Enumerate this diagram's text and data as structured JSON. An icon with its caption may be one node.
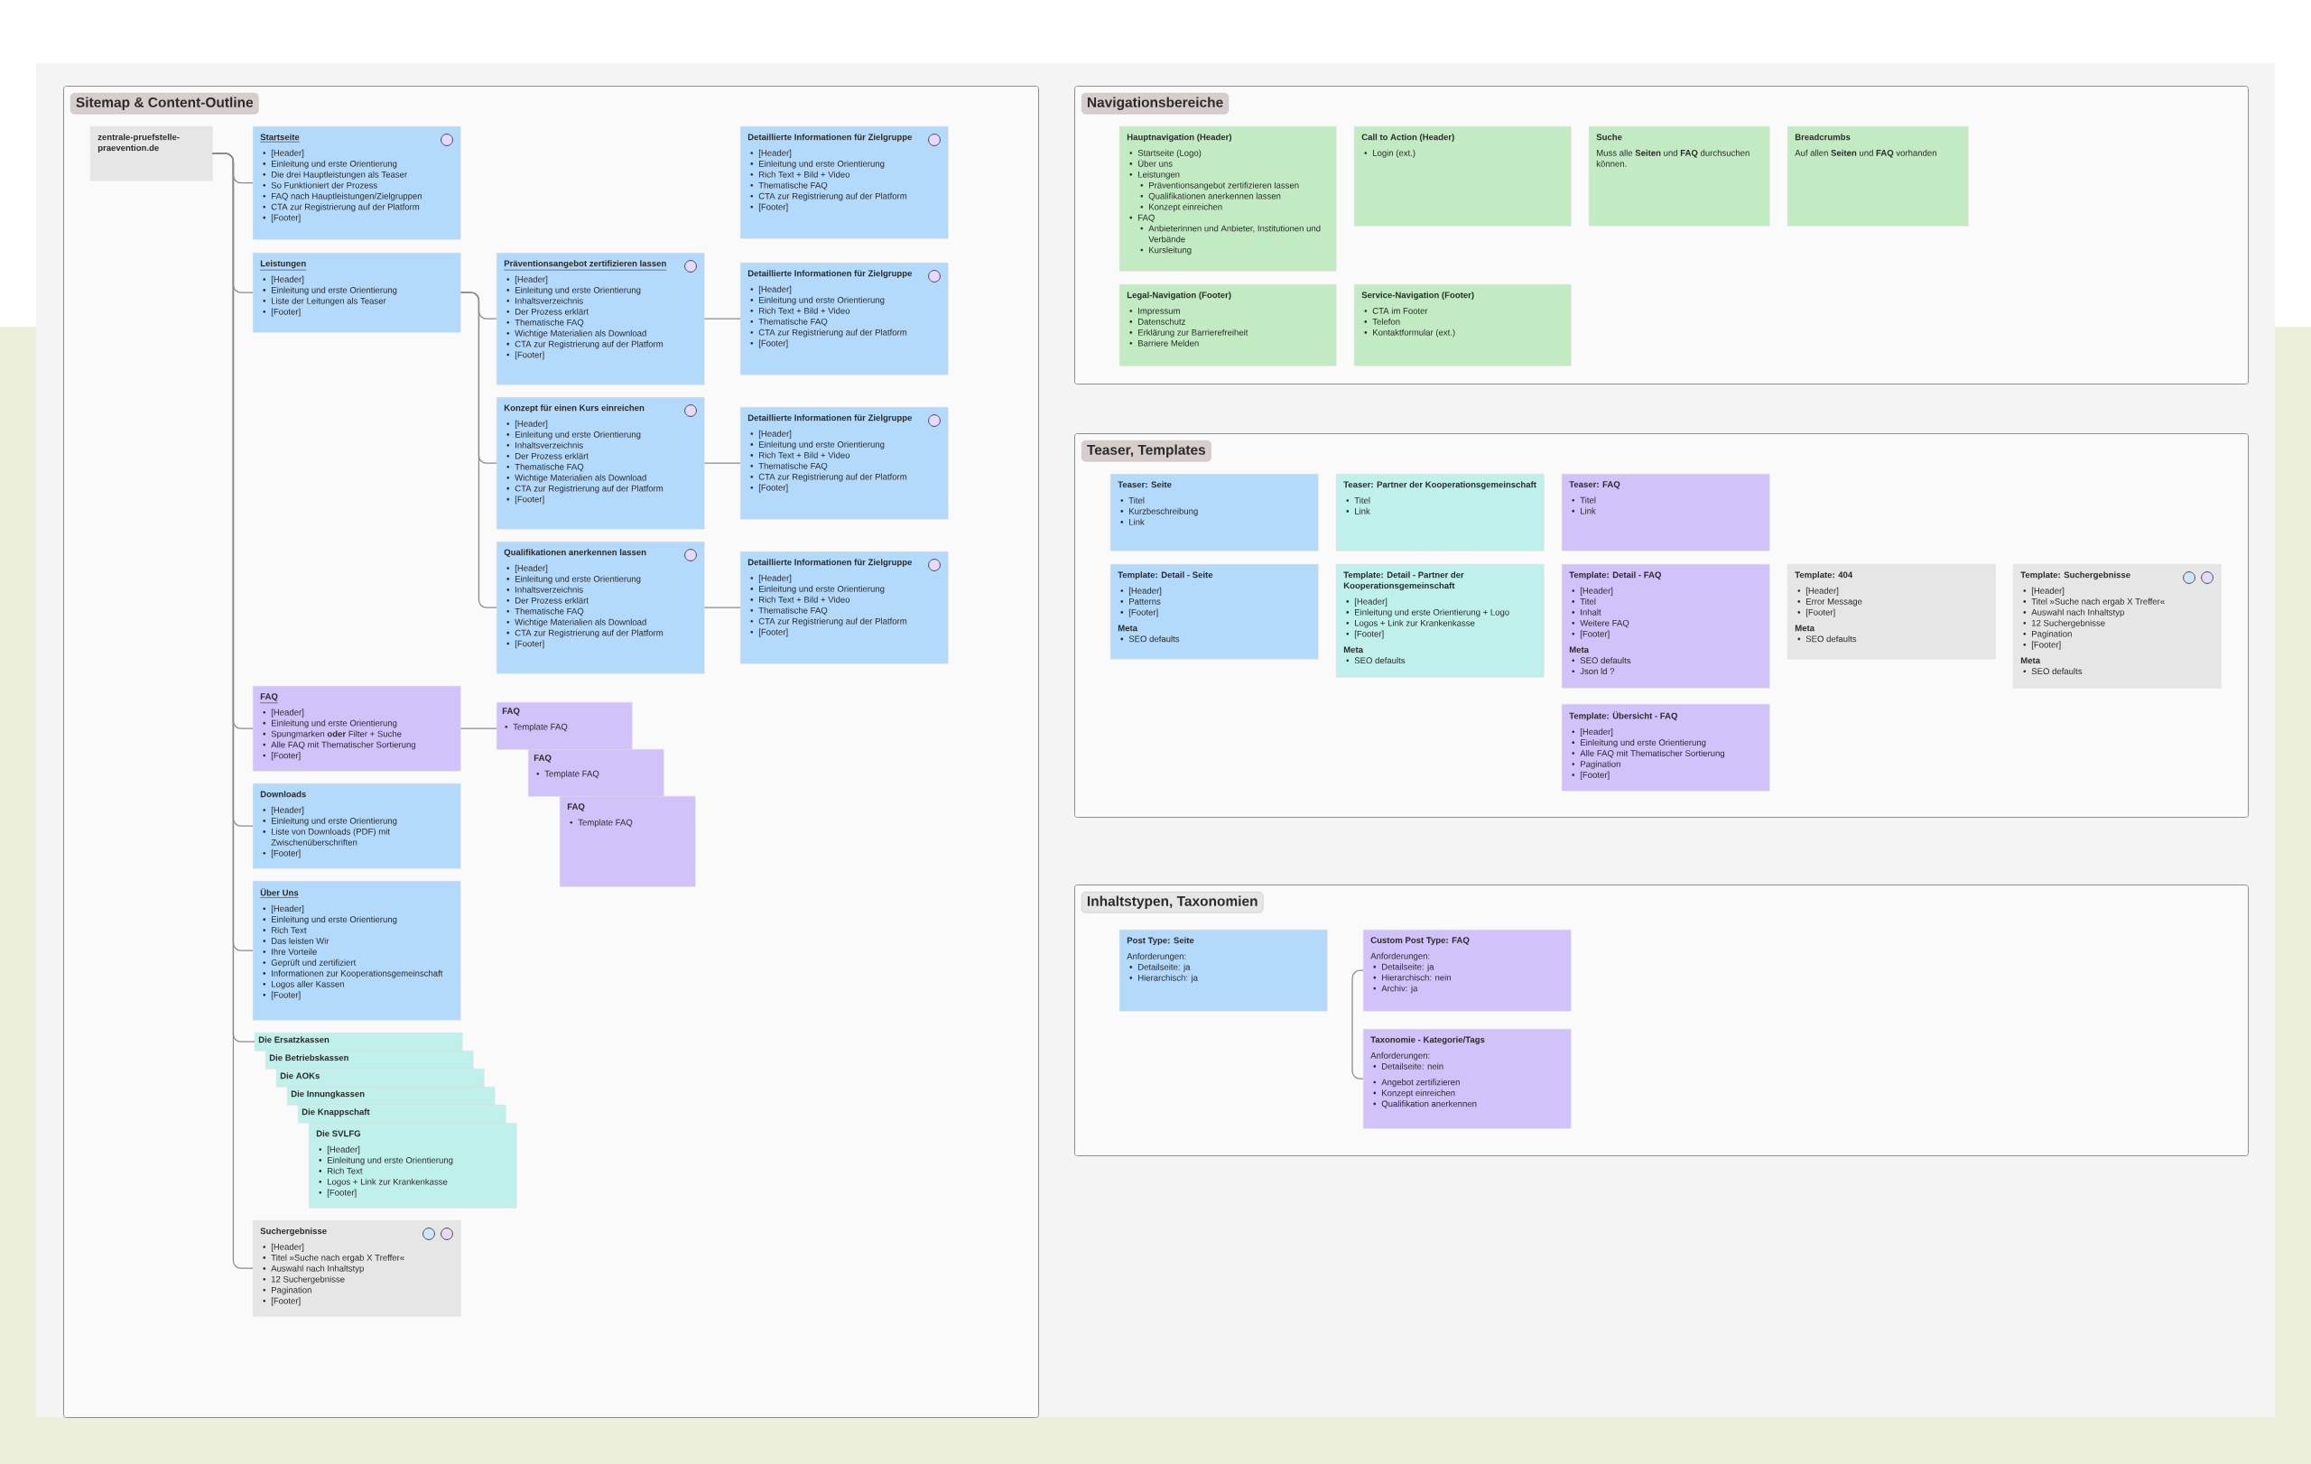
{
  "diagram": {
    "nodes": [
      {
        "text": [
          "Sitemap & Content-Outline"
        ]
      },
      {
        "text": [
          "zentrale-pruefstelle-praevention.de"
        ],
        "in": 0
      },
      {
        "text": [
          "Startseite",
          "[Header]",
          "Einleitung und erste Orientierung",
          "Die drei Hauptleistungen als Teaser",
          "So Funktioniert der Prozess",
          "FAQ nach Hauptleistungen/Zielgruppen",
          "CTA zur Registrierung auf der Platform",
          "[Footer]"
        ],
        "in": 0
      },
      {
        "text": [
          "Detaillierte Informationen für Zielgruppe",
          "[Header]",
          "Einleitung und erste Orientierung",
          "Rich Text + Bild + Video",
          "Thematische FAQ",
          "CTA zur Registrierung auf der Platform",
          "[Footer]"
        ],
        "in": 0
      },
      {
        "text": [
          "Leistungen",
          "[Header]",
          "Einleitung und erste Orientierung",
          "Liste der Leitungen als Teaser",
          "[Footer]"
        ],
        "in": 0
      },
      {
        "text": [
          "Präventionsangebot zertifizieren lassen",
          "[Header]",
          "Einleitung und erste Orientierung",
          "Inhaltsverzeichnis",
          "Der Prozess erklärt",
          "Thematische FAQ",
          "Wichtige Materialien als Download",
          "CTA zur Registrierung auf der Platform",
          "[Footer]"
        ],
        "in": 0
      },
      {
        "text": [
          "Detaillierte Informationen für Zielgruppe",
          "[Header]",
          "Einleitung und erste Orientierung",
          "Rich Text + Bild + Video",
          "Thematische FAQ",
          "CTA zur Registrierung auf der Platform",
          "[Footer]"
        ],
        "in": 0
      },
      {
        "text": [
          "Konzept für einen Kurs einreichen",
          "[Header]",
          "Einleitung und erste Orientierung",
          "Inhaltsverzeichnis",
          "Der Prozess erklärt",
          "Thematische FAQ",
          "Wichtige Materialien als Download",
          "CTA zur Registrierung auf der Platform",
          "[Footer]"
        ],
        "in": 0
      },
      {
        "text": [
          "Detaillierte Informationen für Zielgruppe",
          "[Header]",
          "Einleitung und erste Orientierung",
          "Rich Text + Bild + Video",
          "Thematische FAQ",
          "CTA zur Registrierung auf der Platform",
          "[Footer]"
        ],
        "in": 0
      },
      {
        "text": [
          "Qualifikationen anerkennen lassen",
          "[Header]",
          "Einleitung und erste Orientierung",
          "Inhaltsverzeichnis",
          "Der Prozess erklärt",
          "Thematische FAQ",
          "Wichtige Materialien als Download",
          "CTA zur Registrierung auf der Platform",
          "[Footer]"
        ],
        "in": 0
      },
      {
        "text": [
          "Detaillierte Informationen für Zielgruppe",
          "[Header]",
          "Einleitung und erste Orientierung",
          "Rich Text + Bild + Video",
          "Thematische FAQ",
          "CTA zur Registrierung auf der Platform",
          "[Footer]"
        ],
        "in": 0
      },
      {
        "text": [
          "FAQ",
          "[Header]",
          "Einleitung und erste Orientierung",
          "Spungmarken **oder** Filter + Suche",
          "Alle FAQ mit Thematischer Sortierung",
          "[Footer]"
        ],
        "in": 0
      },
      {
        "text": [
          "FAQ",
          "Template FAQ"
        ],
        "in": 0
      },
      {
        "text": [
          "FAQ",
          "Template FAQ"
        ],
        "in": 0
      },
      {
        "text": [
          "FAQ",
          "Template FAQ"
        ],
        "in": 0
      },
      {
        "text": [
          "Downloads",
          "[Header]",
          "Einleitung und erste Orientierung",
          "Liste von Downloads (PDF) mit Zwischenüberschriften",
          "[Footer]"
        ],
        "in": 0
      },
      {
        "text": [
          "Über Uns",
          "[Header]",
          "Einleitung und erste Orientierung",
          "Rich Text",
          "Das leisten Wir",
          "Ihre Vorteile",
          "Geprüft und zertifiziert",
          "Informationen zur Kooperationsgemeinschaft",
          "Logos aller Kassen",
          "[Footer]"
        ],
        "in": 0
      },
      {
        "text": [
          "Die Ersatzkassen"
        ],
        "in": 0
      },
      {
        "text": [
          "Die Betriebskassen"
        ],
        "in": 0
      },
      {
        "text": [
          "Die AOKs"
        ],
        "in": 0
      },
      {
        "text": [
          "Die Innungkassen"
        ],
        "in": 0
      },
      {
        "text": [
          "Die Knappschaft"
        ],
        "in": 0
      },
      {
        "text": [
          "Die SVLFG",
          "[Header]",
          "Einleitung und erste Orientierung",
          "Rich Text",
          "Logos + Link zur Krankenkasse",
          "[Footer]"
        ],
        "in": 0
      },
      {
        "text": [
          "Suchergebnisse",
          "[Header]",
          "Titel »Suche nach ergab X Treffer«",
          "Auswahl nach Inhaltstyp",
          "12 Suchergebnisse",
          "Pagination",
          "[Footer]"
        ],
        "in": 0
      },
      {
        "text": [
          "Navigationsbereiche"
        ]
      },
      {
        "text": [
          "Hauptnavigation (Header)",
          "Startseite (Logo)",
          "Über uns",
          "Leistungen",
          "Präventionsangebot zertifizieren lassen",
          "Qualifikationen anerkennen lassen",
          "Konzept einreichen",
          "FAQ",
          "Anbieterinnen und Anbieter, Institutionen und Verbände",
          "Kursleitung"
        ],
        "in": 24
      },
      {
        "text": [
          "Call to Action (Header)",
          "Login (ext.)"
        ],
        "in": 24
      },
      {
        "text": [
          "Suche",
          "Muss alle **Seiten** und **FAQ** durchsuchen können."
        ],
        "in": 24
      },
      {
        "text": [
          "Breadcrumbs",
          "Auf allen **Seiten** und **FAQ** vorhanden"
        ],
        "in": 24
      },
      {
        "text": [
          "Legal-Navigation (Footer)",
          "Impressum",
          "Datenschutz",
          "Erklärung zur Barrierefreiheit",
          "Barriere Melden"
        ],
        "in": 24
      },
      {
        "text": [
          "Service-Navigation (Footer)",
          "CTA im Footer",
          "Telefon",
          "Kontaktformular (ext.)"
        ],
        "in": 24
      },
      {
        "text": [
          "Teaser, Templates"
        ]
      },
      {
        "text": [
          "Teaser: Seite",
          "Titel",
          "Kurzbeschreibung",
          "Link"
        ],
        "in": 31
      },
      {
        "text": [
          "Teaser: Partner der Kooperationsgemeinschaft",
          "Titel",
          "Link"
        ],
        "in": 31
      },
      {
        "text": [
          "Teaser: FAQ",
          "Titel",
          "Link"
        ],
        "in": 31
      },
      {
        "text": [
          "Template: Detail - Seite",
          "[Header]",
          "Patterns",
          "[Footer]",
          "Meta",
          "SEO defaults"
        ],
        "in": 31
      },
      {
        "text": [
          "Template: Detail - Partner der Kooperationsgemeinschaft",
          "[Header]",
          "Einleitung und erste Orientierung + Logo",
          "Logos + Link zur Krankenkasse",
          "[Footer]",
          "Meta",
          "SEO defaults"
        ],
        "in": 31
      },
      {
        "text": [
          "Template: Detail - FAQ",
          "[Header]",
          "Titel",
          "Inhalt",
          "Weitere FAQ",
          "[Footer]",
          "Meta",
          "SEO defaults",
          "Json ld ?"
        ],
        "in": 31
      },
      {
        "text": [
          "Template: 404",
          "[Header]",
          "Error Message",
          "[Footer]",
          "Meta",
          "SEO defaults"
        ],
        "in": 31
      },
      {
        "text": [
          "Template: Suchergebnisse",
          "[Header]",
          "Titel »Suche nach ergab X Treffer«",
          "Auswahl nach Inhaltstyp",
          "12 Suchergebnisse",
          "Pagination",
          "[Footer]",
          "Meta",
          "SEO defaults"
        ],
        "in": 31
      },
      {
        "text": [
          "Template: Übersicht - FAQ",
          "[Header]",
          "Einleitung und erste Orientierung",
          "Alle FAQ mit Thematischer Sortierung",
          "Pagination",
          "[Footer]"
        ],
        "in": 31
      },
      {
        "text": [
          "Inhaltstypen, Taxonomien"
        ]
      },
      {
        "text": [
          "Post Type: Seite",
          "Anforderungen:",
          "Detailseite: ja",
          "Hierarchisch: ja"
        ],
        "in": 41
      },
      {
        "text": [
          "Custom Post Type: FAQ",
          "Anforderungen:",
          "Detailseite: ja",
          "Hierarchisch: nein",
          "Archiv: ja"
        ],
        "in": 41
      },
      {
        "text": [
          "Taxonomie - Kategorie/Tags",
          "Anforderungen:",
          "Detailseite: nein",
          "Angebot zertifizieren",
          "Konzept einreichen",
          "Qualifikation anerkennen"
        ],
        "in": 41
      }
    ],
    "edges": [
      {
        "from": 1,
        "to": 2,
        "arrow": "none"
      },
      {
        "from": 1,
        "to": 4,
        "arrow": "none"
      },
      {
        "from": 1,
        "to": 11,
        "arrow": "none"
      },
      {
        "from": 1,
        "to": 15,
        "arrow": "none"
      },
      {
        "from": 1,
        "to": 16,
        "arrow": "none"
      },
      {
        "from": 1,
        "to": 17,
        "arrow": "none"
      },
      {
        "from": 1,
        "to": 23,
        "arrow": "none"
      },
      {
        "from": 4,
        "to": 5,
        "arrow": "none"
      },
      {
        "from": 4,
        "to": 7,
        "arrow": "none"
      },
      {
        "from": 4,
        "to": 9,
        "arrow": "none"
      },
      {
        "from": 5,
        "to": 6,
        "arrow": "none"
      },
      {
        "from": 7,
        "to": 8,
        "arrow": "none"
      },
      {
        "from": 9,
        "to": 10,
        "arrow": "none"
      },
      {
        "from": 11,
        "to": 12,
        "arrow": "none"
      },
      {
        "from": 43,
        "to": 44,
        "arrow": "none"
      }
    ]
  }
}
